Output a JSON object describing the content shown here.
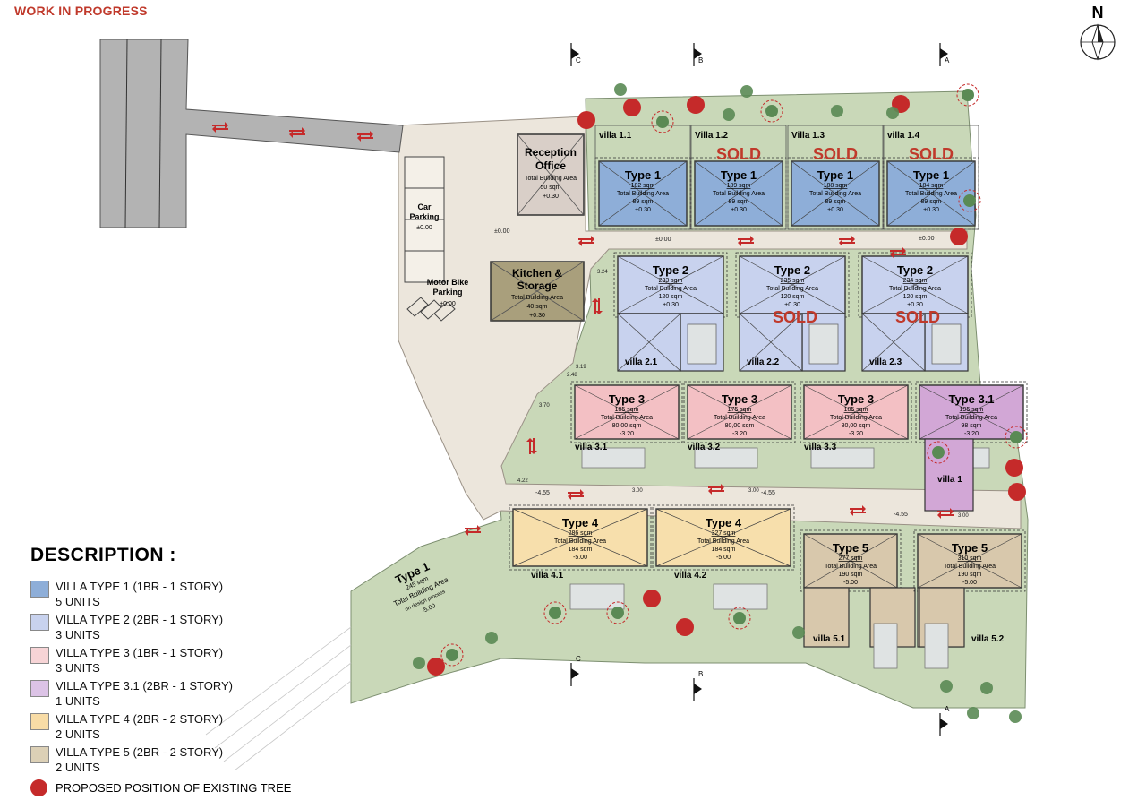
{
  "header": {
    "status": "WORK IN PROGRESS",
    "north": "N"
  },
  "colors": {
    "type1": "#8eaed8",
    "type2": "#c8d2ee",
    "type3": "#f3c0c4",
    "type31": "#d2a7d6",
    "type4": "#f7dfac",
    "type5": "#d8c8ac",
    "tree": "#c52a2a",
    "sold": "#c0392b",
    "landscape": "#c9d8b8",
    "road": "#b3b3b3",
    "paving": "#ece6dc"
  },
  "section_markers": [
    "A",
    "B",
    "C"
  ],
  "top_row": [
    {
      "id": "villa-1-1",
      "name": "villa 1.1",
      "type": "Type 1",
      "area": "182 sqm",
      "tba_label": "Total Building Area",
      "tba": "89 sqm",
      "level": "+0.30",
      "sold": ""
    },
    {
      "id": "villa-1-2",
      "name": "Villa 1.2",
      "type": "Type 1",
      "area": "189 sqm",
      "tba_label": "Total Building Area",
      "tba": "89 sqm",
      "level": "+0.30",
      "sold": "SOLD"
    },
    {
      "id": "villa-1-3",
      "name": "Villa 1.3",
      "type": "Type 1",
      "area": "188 sqm",
      "tba_label": "Total Building Area",
      "tba": "89 sqm",
      "level": "+0.30",
      "sold": "SOLD"
    },
    {
      "id": "villa-1-4",
      "name": "villa 1.4",
      "type": "Type 1",
      "area": "184 sqm",
      "tba_label": "Total Building Area",
      "tba": "89 sqm",
      "level": "+0.30",
      "sold": "SOLD"
    }
  ],
  "row2": [
    {
      "id": "villa-2-1",
      "name": "villa 2.1",
      "type": "Type 2",
      "area": "233 sqm",
      "tba_label": "Total Building Area",
      "tba": "120 sqm",
      "level": "+0.30",
      "sold": ""
    },
    {
      "id": "villa-2-2",
      "name": "villa 2.2",
      "type": "Type 2",
      "area": "235 sqm",
      "tba_label": "Total Building Area",
      "tba": "120 sqm",
      "level": "+0.30",
      "sold": "SOLD"
    },
    {
      "id": "villa-2-3",
      "name": "villa 2.3",
      "type": "Type 2",
      "area": "234 sqm",
      "tba_label": "Total Building Area",
      "tba": "120 sqm",
      "level": "+0.30",
      "sold": "SOLD"
    }
  ],
  "row3": [
    {
      "id": "villa-3-1",
      "name": "villa 3.1",
      "type": "Type 3",
      "area": "185 sqm",
      "tba_label": "Total Building Area",
      "tba": "80,00 sqm",
      "level": "-3.20"
    },
    {
      "id": "villa-3-2",
      "name": "villa 3.2",
      "type": "Type 3",
      "area": "175 sqm",
      "tba_label": "Total Building Area",
      "tba": "80,00 sqm",
      "level": "-3.20"
    },
    {
      "id": "villa-3-3",
      "name": "villa 3.3",
      "type": "Type 3",
      "area": "185 sqm",
      "tba_label": "Total Building Area",
      "tba": "80,00 sqm",
      "level": "-3.20"
    },
    {
      "id": "villa-3-4",
      "name": "villa 1",
      "type": "Type 3.1",
      "area": "195 sqm",
      "tba_label": "Total Building Area",
      "tba": "98 sqm",
      "level": "-3.20"
    }
  ],
  "row4": [
    {
      "id": "villa-4-1",
      "name": "villa 4.1",
      "type": "Type 4",
      "area": "286 sqm",
      "tba_label": "Total Building Area",
      "tba": "184 sqm",
      "level": "-5.00"
    },
    {
      "id": "villa-4-2",
      "name": "villa 4.2",
      "type": "Type 4",
      "area": "327 sqm",
      "tba_label": "Total Building Area",
      "tba": "184 sqm",
      "level": "-5.00"
    },
    {
      "id": "villa-5-1",
      "name": "villa 5.1",
      "type": "Type 5",
      "area": "277 sqm",
      "tba_label": "Total Building Area",
      "tba": "190 sqm",
      "level": "-5.00"
    },
    {
      "id": "villa-5-2",
      "name": "villa 5.2",
      "type": "Type 5",
      "area": "310 sqm",
      "tba_label": "Total Building Area",
      "tba": "190 sqm",
      "level": "-5.00"
    }
  ],
  "facilities": {
    "reception": {
      "title1": "Reception",
      "title2": "Office",
      "tba_label": "Total Building Area",
      "tba": "50 sqm",
      "level": "+0.30"
    },
    "kitchen": {
      "title1": "Kitchen &",
      "title2": "Storage",
      "tba_label": "Total Building Area",
      "tba": "40 sqm",
      "level": "+0.30"
    },
    "car_parking": {
      "title1": "Car",
      "title2": "Parking",
      "level": "±0.00"
    },
    "motor_parking": {
      "title1": "Motor Bike",
      "title2": "Parking",
      "level": "±0.00"
    },
    "type1_plot": {
      "title": "Type 1",
      "area": "245 sqm",
      "tba_label": "Total Building Area",
      "note": "on design process",
      "level": "-5.00"
    }
  },
  "levels": [
    "±0.00",
    "±0.00",
    "±0.00",
    "-4.55",
    "-4.55",
    "-4.55"
  ],
  "dims": [
    "3.24",
    "3.19",
    "2.48",
    "3.70",
    "4.22",
    "3.00",
    "3.00",
    "3.00"
  ],
  "description_title": "DESCRIPTION :",
  "legend": [
    {
      "line1": "VILLA TYPE 1 (1BR - 1 STORY)",
      "line2": "5 UNITS",
      "color": "#8eaed8"
    },
    {
      "line1": "VILLA TYPE 2 (2BR - 1 STORY)",
      "line2": "3 UNITS",
      "color": "#c8d2ee"
    },
    {
      "line1": "VILLA TYPE 3 (1BR - 1 STORY)",
      "line2": "3 UNITS",
      "color": "#f7d4d6"
    },
    {
      "line1": "VILLA TYPE 3.1 (2BR - 1 STORY)",
      "line2": "1 UNITS",
      "color": "#dcc3e6"
    },
    {
      "line1": "VILLA TYPE 4 (2BR - 2 STORY)",
      "line2": "2 UNITS",
      "color": "#f8dca6"
    },
    {
      "line1": "VILLA TYPE 5 (2BR - 2 STORY)",
      "line2": "2 UNITS",
      "color": "#dcd0b6"
    }
  ],
  "tree_legend": "PROPOSED POSITION OF EXISTING TREE"
}
